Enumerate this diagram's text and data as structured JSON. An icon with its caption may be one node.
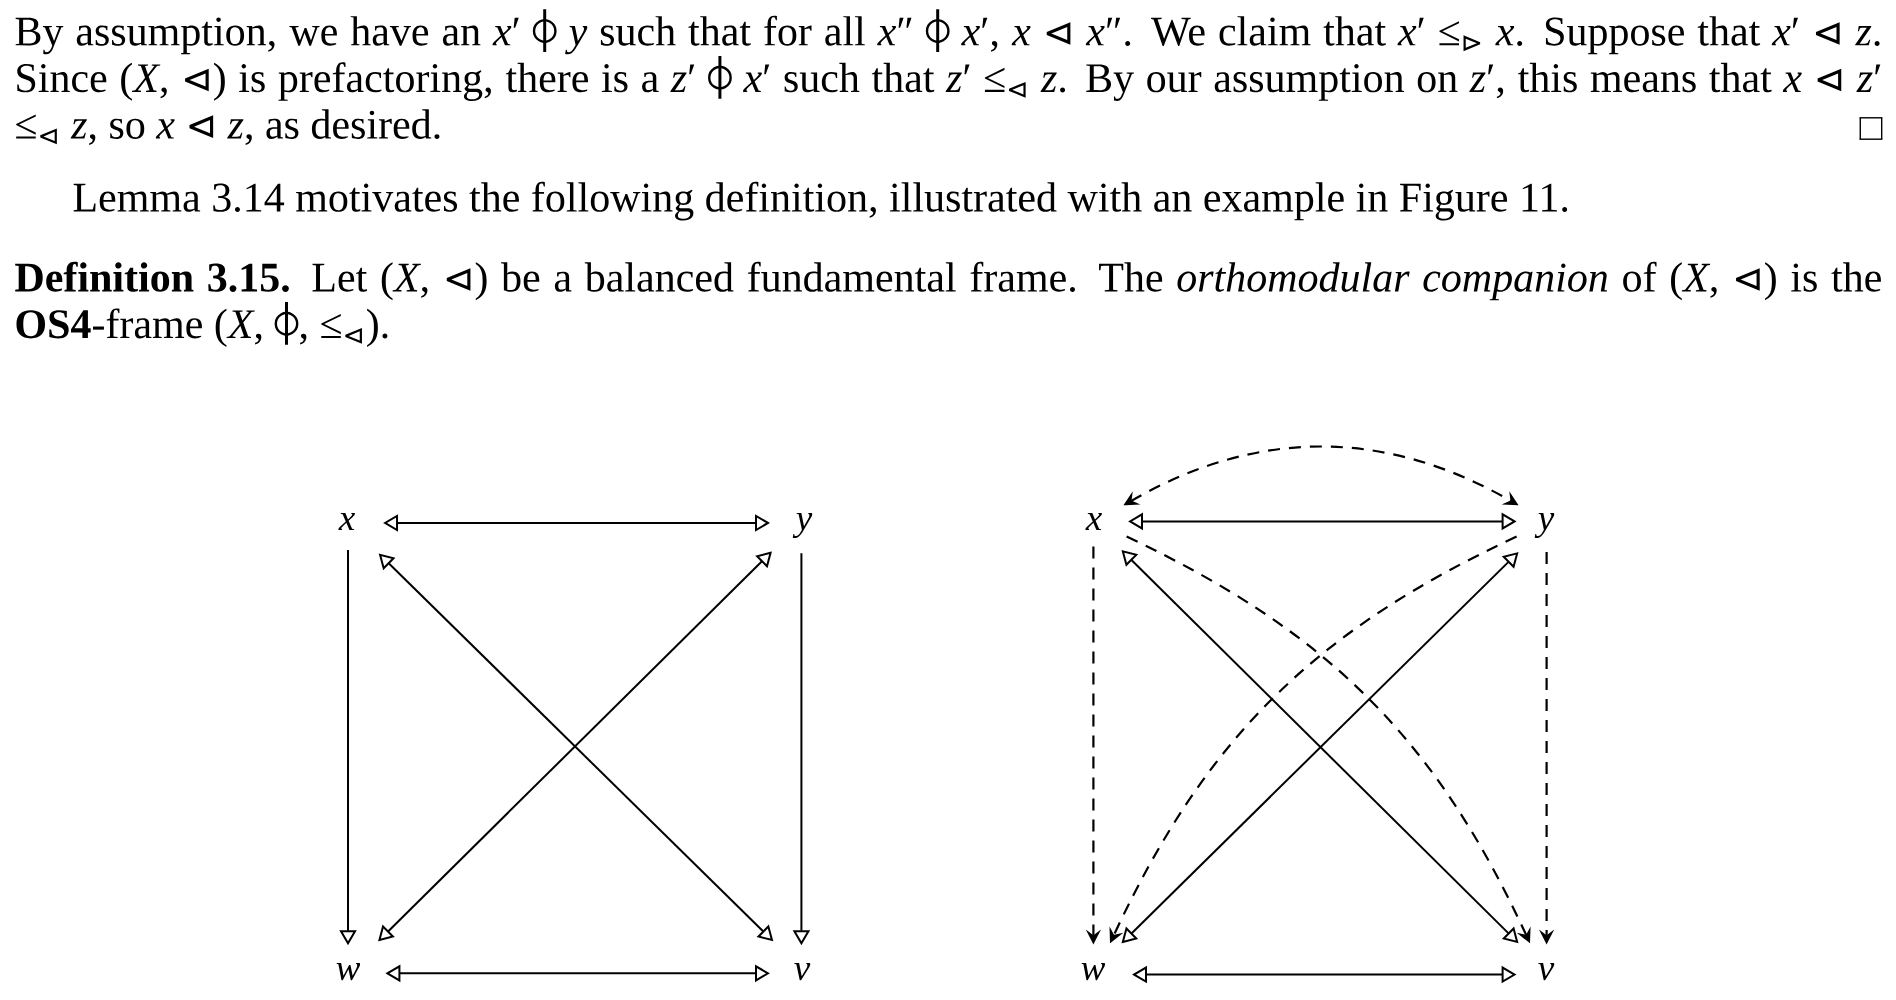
{
  "diagram": {
    "nodes": [
      {
        "text": [
          "x"
        ]
      },
      {
        "text": [
          "y"
        ]
      },
      {
        "text": [
          "w"
        ]
      },
      {
        "text": [
          "v"
        ]
      },
      {
        "text": [
          "x"
        ]
      },
      {
        "text": [
          "y"
        ]
      },
      {
        "text": [
          "w"
        ]
      },
      {
        "text": [
          "v"
        ]
      }
    ],
    "edges": [
      {
        "from": 0,
        "to": 1,
        "arrow": "both"
      },
      {
        "from": 0,
        "to": 2,
        "arrow": "to"
      },
      {
        "from": 1,
        "to": 3,
        "arrow": "to"
      },
      {
        "from": 0,
        "to": 3,
        "arrow": "both"
      },
      {
        "from": 1,
        "to": 2,
        "arrow": "both"
      },
      {
        "from": 2,
        "to": 3,
        "arrow": "both"
      },
      {
        "from": 4,
        "to": 5,
        "arrow": "both"
      },
      {
        "from": 4,
        "to": 5,
        "arrow": "both",
        "style": "dashed"
      },
      {
        "from": 4,
        "to": 6,
        "arrow": "to",
        "style": "dashed"
      },
      {
        "from": 5,
        "to": 7,
        "arrow": "to",
        "style": "dashed"
      },
      {
        "from": 4,
        "to": 7,
        "arrow": "both"
      },
      {
        "from": 5,
        "to": 6,
        "arrow": "both"
      },
      {
        "from": 4,
        "to": 7,
        "arrow": "to",
        "style": "dashed"
      },
      {
        "from": 5,
        "to": 6,
        "arrow": "to",
        "style": "dashed"
      },
      {
        "from": 6,
        "to": 7,
        "arrow": "both"
      }
    ],
    "labels": [
      "By assumption, we have an *x*′ ⌽ *y* such that for all *x*″ ⌽ *x*′, *x* ⊲ *x*″. We claim that *x*′ ≤$_{⊳}$ *x*. Suppose that *x*′ ⊲ *z*. Since (*X*, ⊲) is prefactoring, there is a *z*′ ⌽ *x*′ such that *z*′ ≤$_{⊲}$ *z*. By our assumption on *z*′, this means that *x* ⊲ *z*′ ≤$_{⊲}$ *z*, so *x* ⊲ *z*, as desired.",
      "Lemma 3.14 motivates the following definition, illustrated with an example in Figure 11.",
      "**Definition 3.15.** Let (*X*, ⊲) be a balanced fundamental frame. The *orthomodular companion* of (*X*, ⊲) is the **OS4**-frame (*X*, ⌽, ≤$_{⊲}$)."
    ]
  }
}
